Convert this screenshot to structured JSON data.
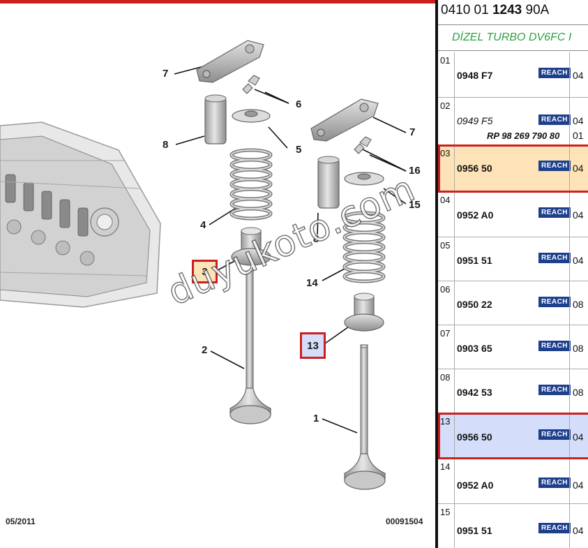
{
  "diagram": {
    "callouts": [
      "7",
      "6",
      "8",
      "5",
      "4",
      "3",
      "7",
      "16",
      "15",
      "8",
      "14",
      "13",
      "2",
      "1"
    ],
    "date": "05/2011",
    "reference": "00091504",
    "watermark": "duyukoto.com",
    "colors": {
      "highlight_orange": "#fde3b7",
      "highlight_blue": "#d4defa",
      "frame_red": "#cc1f1f"
    }
  },
  "panel": {
    "part_number": {
      "prefix": "0410 01 ",
      "bold": "1243",
      "suffix": " 90A"
    },
    "engine": "DİZEL TURBO DV6FC I",
    "reach_label": "REACH",
    "rows": [
      {
        "idx": "01",
        "code": "0948 F7",
        "qty": "04"
      },
      {
        "idx": "02",
        "code": "0949 F5",
        "qty": "04",
        "qty2": "01",
        "rp": "RP 98 269 790 80"
      },
      {
        "idx": "03",
        "code": "0956 50",
        "qty": "04"
      },
      {
        "idx": "04",
        "code": "0952 A0",
        "qty": "04"
      },
      {
        "idx": "05",
        "code": "0951 51",
        "qty": "04"
      },
      {
        "idx": "06",
        "code": "0950 22",
        "qty": "08"
      },
      {
        "idx": "07",
        "code": "0903 65",
        "qty": "08"
      },
      {
        "idx": "08",
        "code": "0942 53",
        "qty": "08"
      },
      {
        "idx": "13",
        "code": "0956 50",
        "qty": "04"
      },
      {
        "idx": "14",
        "code": "0952 A0",
        "qty": "04"
      },
      {
        "idx": "15",
        "code": "0951 51",
        "qty": "04"
      }
    ]
  }
}
